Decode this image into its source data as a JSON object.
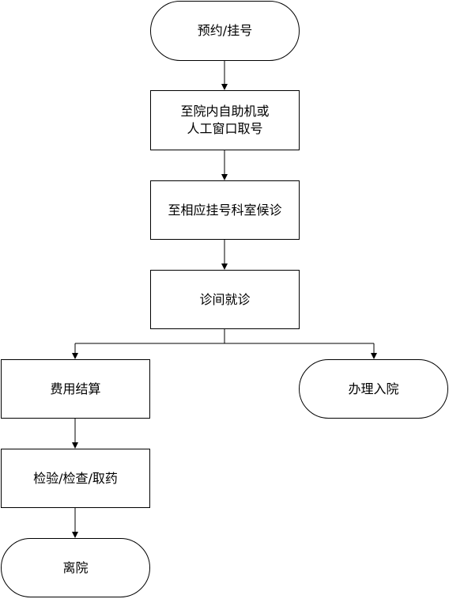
{
  "nodes": {
    "reservation": "预约/挂号",
    "get_number": "至院内自助机或\n人工窗口取号",
    "wait": "至相应挂号科室候诊",
    "consult": "诊间就诊",
    "payment": "费用结算",
    "tests": "检验/检查/取药",
    "leave": "离院",
    "admission": "办理入院"
  },
  "colors": {
    "line": "#000000",
    "node_border": "#000000",
    "background": "#ffffff"
  }
}
